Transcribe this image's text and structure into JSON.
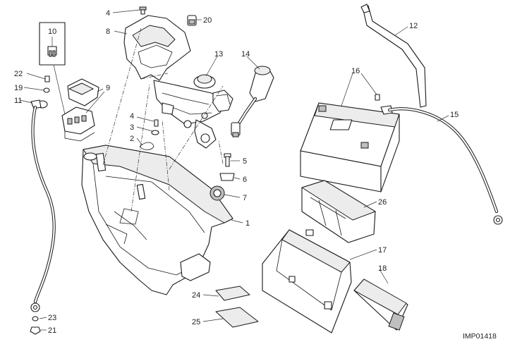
{
  "diagram": {
    "reference_code": "IMP01418",
    "callouts": [
      {
        "id": "c1",
        "label": "1"
      },
      {
        "id": "c2",
        "label": "2"
      },
      {
        "id": "c3",
        "label": "3"
      },
      {
        "id": "c4a",
        "label": "4"
      },
      {
        "id": "c4b",
        "label": "4"
      },
      {
        "id": "c5",
        "label": "5"
      },
      {
        "id": "c6",
        "label": "6"
      },
      {
        "id": "c7",
        "label": "7"
      },
      {
        "id": "c8",
        "label": "8"
      },
      {
        "id": "c9",
        "label": "9"
      },
      {
        "id": "c10",
        "label": "10"
      },
      {
        "id": "c11",
        "label": "11"
      },
      {
        "id": "c12",
        "label": "12"
      },
      {
        "id": "c13",
        "label": "13"
      },
      {
        "id": "c14",
        "label": "14"
      },
      {
        "id": "c15",
        "label": "15"
      },
      {
        "id": "c16",
        "label": "16"
      },
      {
        "id": "c17",
        "label": "17"
      },
      {
        "id": "c18",
        "label": "18"
      },
      {
        "id": "c19",
        "label": "19"
      },
      {
        "id": "c20",
        "label": "20"
      },
      {
        "id": "c21",
        "label": "21"
      },
      {
        "id": "c22",
        "label": "22"
      },
      {
        "id": "c23",
        "label": "23"
      },
      {
        "id": "c24",
        "label": "24"
      },
      {
        "id": "c25",
        "label": "25"
      },
      {
        "id": "c26",
        "label": "26"
      }
    ]
  }
}
